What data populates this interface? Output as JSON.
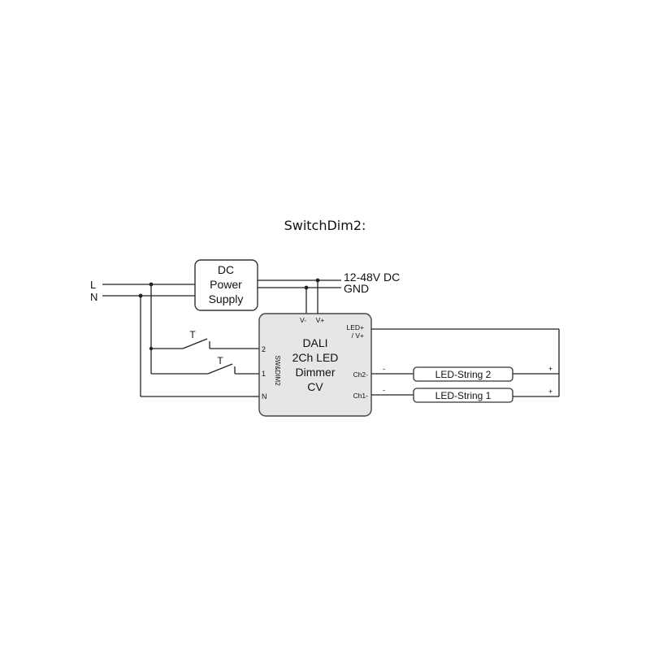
{
  "title": "SwitchDim2:",
  "mains": {
    "l_label": "L",
    "n_label": "N"
  },
  "power_supply": {
    "line1": "DC",
    "line2": "Power",
    "line3": "Supply"
  },
  "outputs": {
    "dc_label": "12-48V DC",
    "gnd_label": "GND"
  },
  "dimmer": {
    "line1": "DALI",
    "line2": "2Ch LED",
    "line3": "Dimmer",
    "line4": "CV",
    "side_label": "SW&DIM2",
    "v_minus": "V-",
    "v_plus": "V+",
    "pin2": "2",
    "pin1": "1",
    "pin_n": "N",
    "led_plus_line1": "LED+",
    "led_plus_line2": "/ V+",
    "ch2": "Ch2-",
    "ch1": "Ch1-"
  },
  "switches": {
    "t_upper": "T",
    "t_lower": "T"
  },
  "strings": {
    "string2": "LED-String 2",
    "string1": "LED-String 1",
    "minus2": "-",
    "plus2": "+",
    "minus1": "-",
    "plus1": "+"
  }
}
